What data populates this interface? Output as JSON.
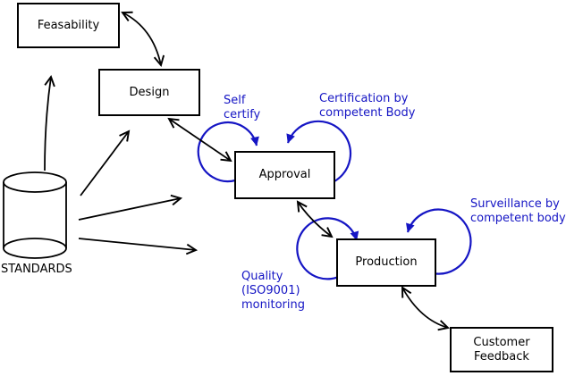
{
  "nodes": {
    "feasability": {
      "label": "Feasability"
    },
    "design": {
      "label": "Design"
    },
    "approval": {
      "label": "Approval"
    },
    "production": {
      "label": "Production"
    },
    "customer_feedback": {
      "line1": "Customer",
      "line2": "Feedback"
    }
  },
  "datastore": {
    "label": "STANDARDS"
  },
  "annotations": {
    "self_certify": {
      "line1": "Self",
      "line2": "certify"
    },
    "certification": {
      "line1": "Certification by",
      "line2": "competent Body"
    },
    "surveillance": {
      "line1": "Surveillance by",
      "line2": "competent body"
    },
    "quality": {
      "line1": "Quality",
      "line2": "(ISO9001)",
      "line3": "monitoring"
    }
  },
  "edges": [
    {
      "from": "Feasability",
      "to": "Design",
      "bidirectional": true
    },
    {
      "from": "Design",
      "to": "Approval",
      "bidirectional": true
    },
    {
      "from": "Approval",
      "to": "Production",
      "bidirectional": true
    },
    {
      "from": "Production",
      "to": "Customer Feedback",
      "bidirectional": true
    },
    {
      "from": "STANDARDS",
      "to": "Feasability",
      "bidirectional": false
    },
    {
      "from": "STANDARDS",
      "to": "Design",
      "bidirectional": false
    },
    {
      "from": "STANDARDS",
      "to": "Approval",
      "bidirectional": false
    },
    {
      "from": "STANDARDS",
      "to": "Production",
      "bidirectional": false
    }
  ],
  "self_loops": [
    {
      "on": "Approval",
      "label": "Self certify"
    },
    {
      "on": "Approval",
      "label": "Certification by competent Body"
    },
    {
      "on": "Production",
      "label": "Quality (ISO9001) monitoring"
    },
    {
      "on": "Production",
      "label": "Surveillance by competent body"
    }
  ],
  "colors": {
    "annotation_blue": "#1515c4",
    "line_black": "#000000",
    "background": "#ffffff"
  }
}
